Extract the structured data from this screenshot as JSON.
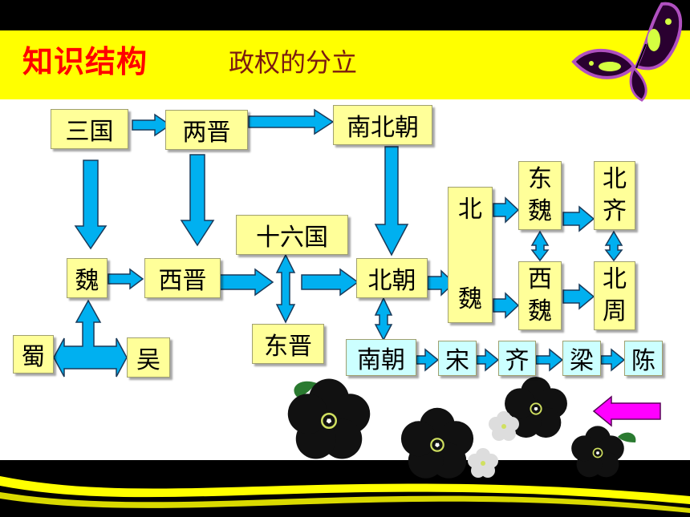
{
  "title": {
    "main": "知识结构",
    "sub": "政权的分立"
  },
  "colors": {
    "title_band": "#ffff00",
    "title_main": "#ff0000",
    "title_sub": "#7a1a10",
    "box_yellow": "#ffff99",
    "box_blue": "#ccffff",
    "arrow": "#00b0f0",
    "back_arrow": "#ff00ff"
  },
  "nodes": {
    "sanguo": "三国",
    "liangjin": "两晋",
    "nanbeichao": "南北朝",
    "wei": "魏",
    "xijin": "西晋",
    "shiliuguo": "十六国",
    "beichao": "北朝",
    "shu": "蜀",
    "wu": "吴",
    "dongjin": "东晋",
    "nanchao": "南朝",
    "song": "宋",
    "qi": "齐",
    "liang": "梁",
    "chen": "陈",
    "beiwei_1": "北",
    "beiwei_2": "魏",
    "dongwei_1": "东",
    "dongwei_2": "魏",
    "xiwei_1": "西",
    "xiwei_2": "魏",
    "beiqi_1": "北",
    "beiqi_2": "齐",
    "beizhou_1": "北",
    "beizhou_2": "周"
  },
  "icons": [
    "butterfly-icon",
    "flower-icon",
    "back-arrow-icon"
  ]
}
